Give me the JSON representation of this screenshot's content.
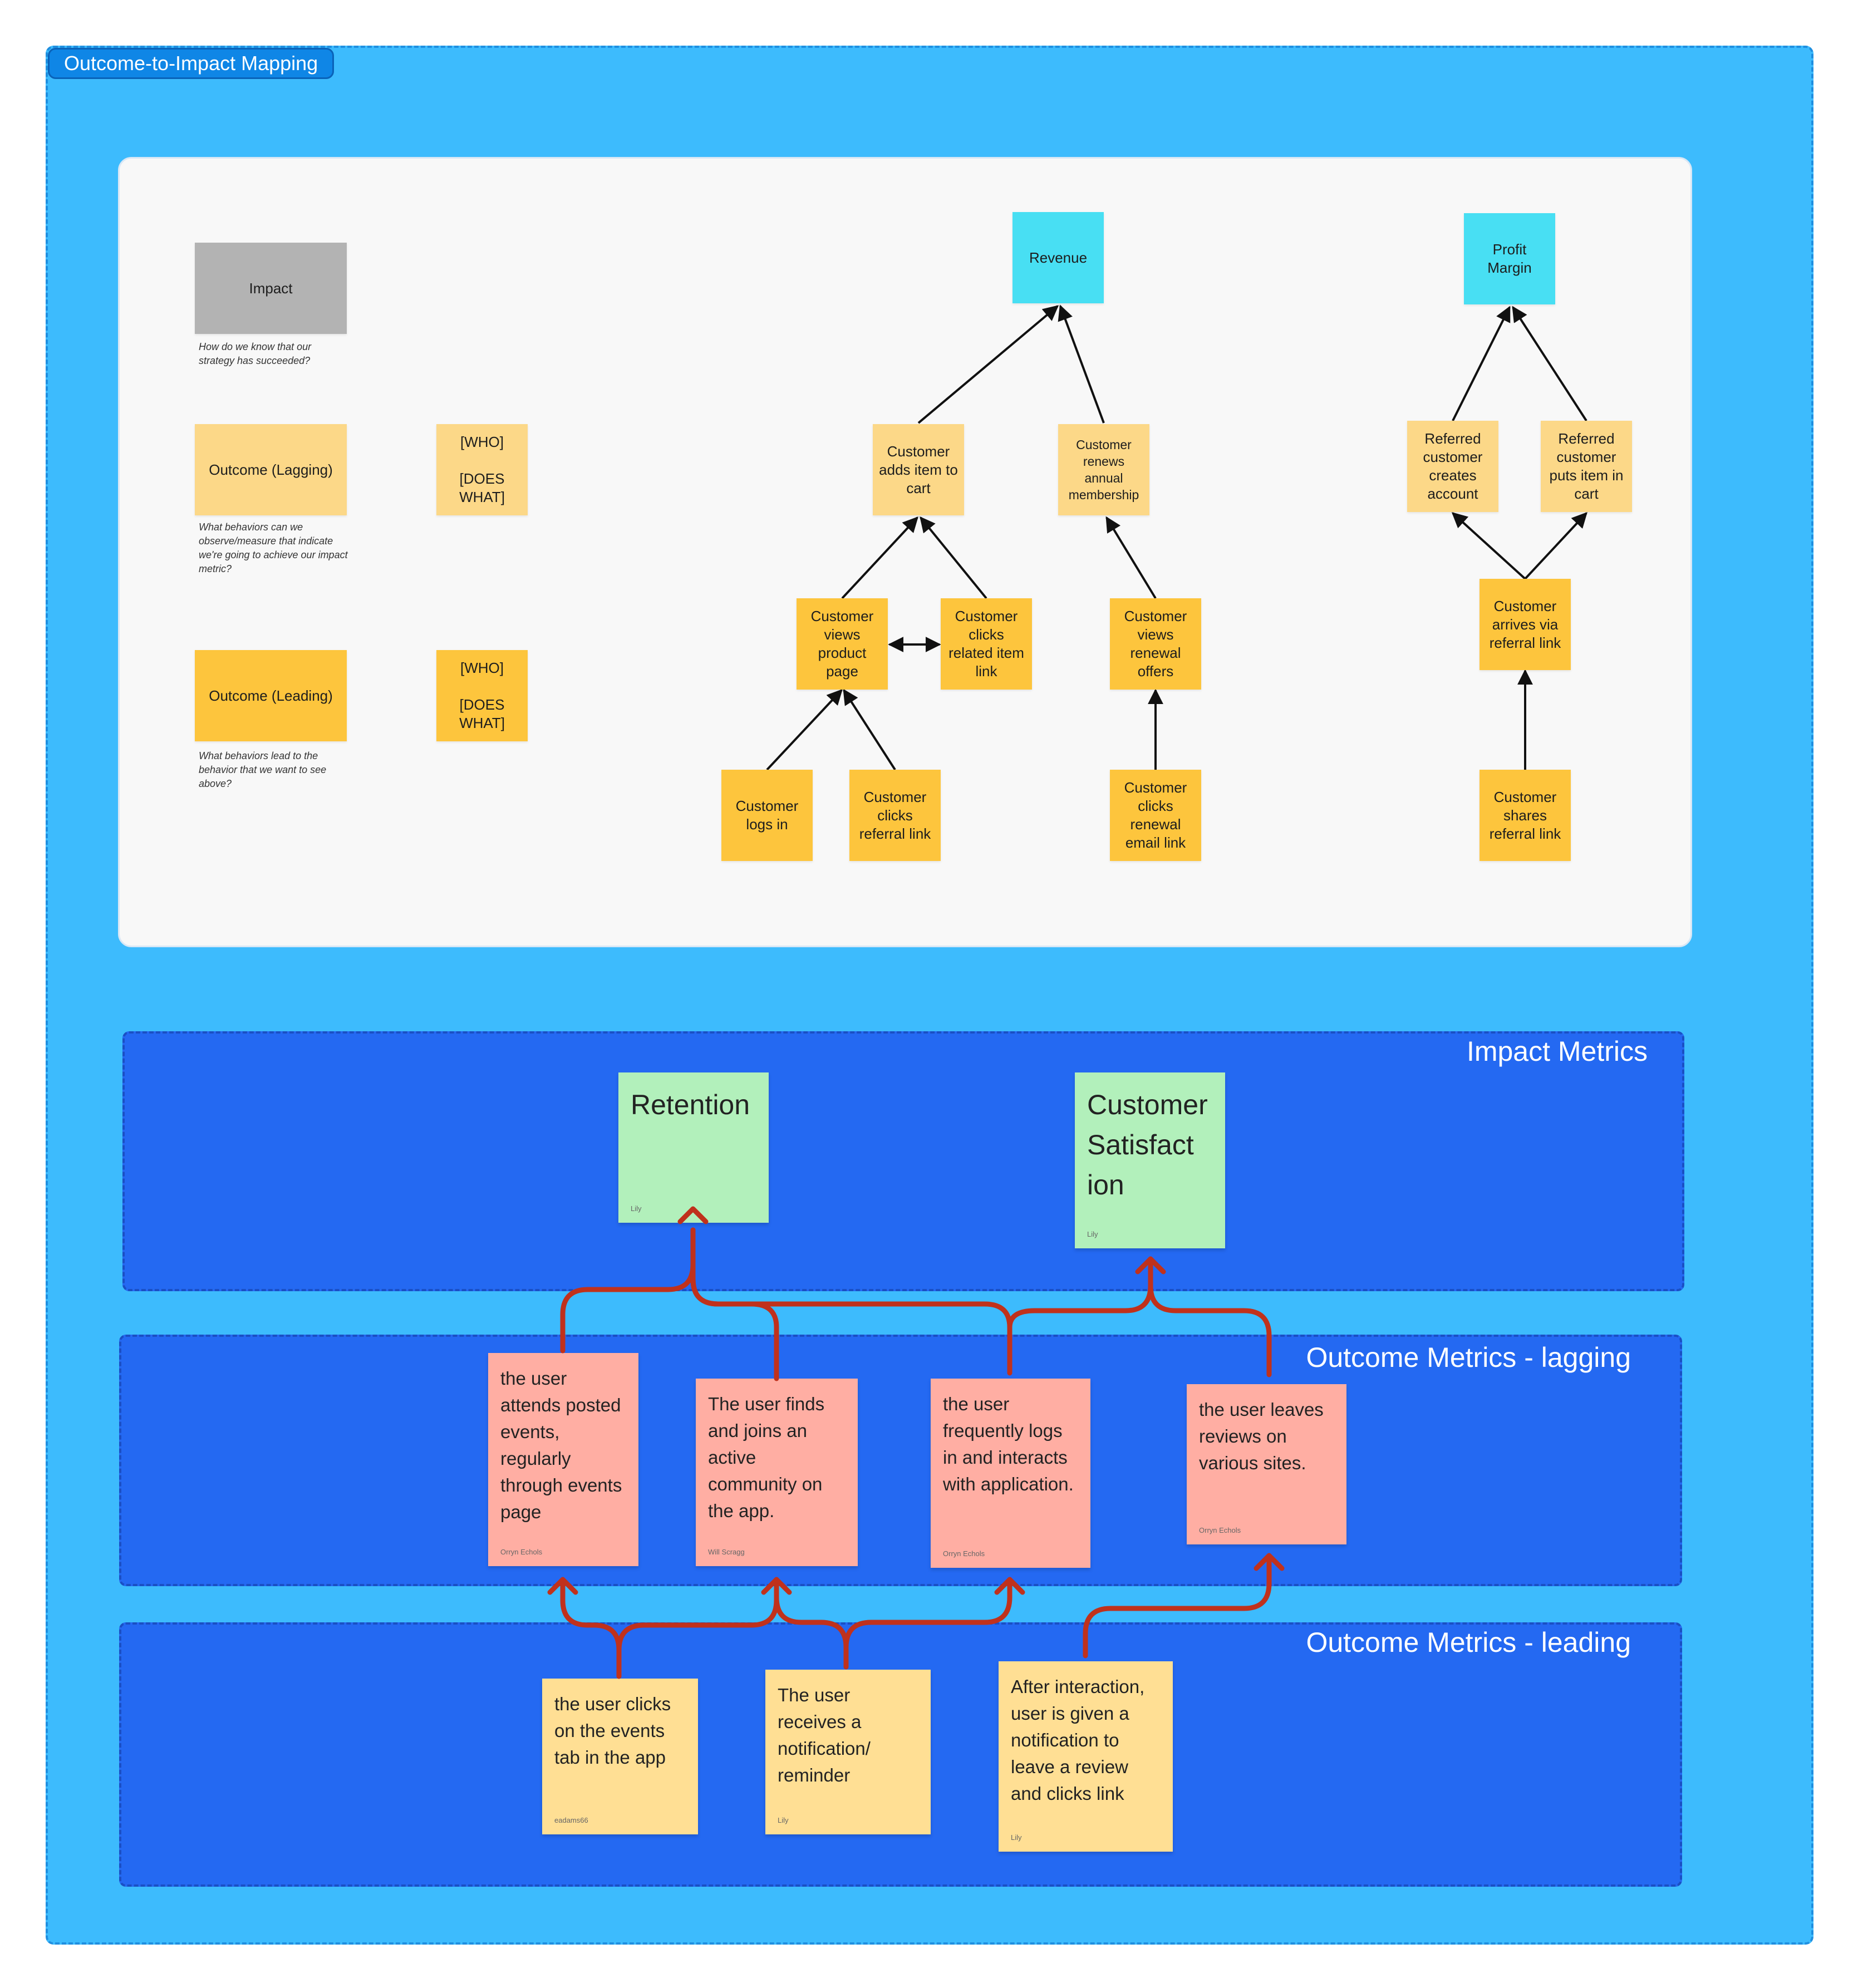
{
  "frame_title": "Outcome-to-Impact Mapping",
  "legend": {
    "impact": "Impact",
    "impact_note": "How do we know that our strategy has succeeded?",
    "lagging": "Outcome (Lagging)",
    "lagging_note": "What behaviors can we observe/measure that indicate we're going to achieve our impact metric?",
    "leading": "Outcome (Leading)",
    "leading_note": "What behaviors lead to the behavior that we want to see above?",
    "template1": "[WHO]\n\n[DOES WHAT]",
    "template2": "[WHO]\n\n[DOES WHAT]"
  },
  "diagram": {
    "revenue": "Revenue",
    "profit_margin": "Profit Margin",
    "adds_to_cart": "Customer adds item to cart",
    "renews_membership": "Customer renews annual membership",
    "views_product": "Customer views product page",
    "clicks_related": "Customer clicks related item link",
    "views_renewal": "Customer views renewal offers",
    "logs_in": "Customer logs in",
    "clicks_referral": "Customer clicks referral link",
    "clicks_renewal_email": "Customer clicks renewal email link",
    "referred_creates": "Referred customer creates account",
    "referred_puts": "Referred customer puts item in cart",
    "arrives_referral": "Customer arrives via referral link",
    "shares_referral": "Customer shares referral link"
  },
  "lanes": {
    "impact": "Impact Metrics",
    "lagging": "Outcome Metrics - lagging",
    "leading": "Outcome Metrics - leading"
  },
  "stickies": {
    "retention": {
      "text": "Retention",
      "author": "Lily"
    },
    "satisfaction": {
      "text": "Customer Satisfact ion",
      "author": "Lily"
    },
    "attends_events": {
      "text": "the user attends posted events, regularly through events page",
      "author": "Orryn Echols"
    },
    "finds_community": {
      "text": "The user finds and joins an active community on the app.",
      "author": "Will Scragg"
    },
    "frequently_logs": {
      "text": "the user frequently logs in and interacts with application.",
      "author": "Orryn Echols"
    },
    "leaves_reviews": {
      "text": "the user leaves reviews on various sites.",
      "author": "Orryn Echols"
    },
    "clicks_events_tab": {
      "text": "the user clicks on the events tab in the app",
      "author": "eadams66"
    },
    "receives_notification": {
      "text": "The user receives a notification/ reminder",
      "author": "Lily"
    },
    "after_interaction": {
      "text": "After interaction, user is given a notification to leave a review and clicks link",
      "author": "Lily"
    }
  },
  "colors": {
    "frame": "#3dbbfd",
    "lane": "#2469f2",
    "lagging": "#fcd888",
    "leading": "#fdc53d",
    "impact": "#b3b3b3",
    "metric": "#48dff3",
    "connector": "#c0311c"
  }
}
